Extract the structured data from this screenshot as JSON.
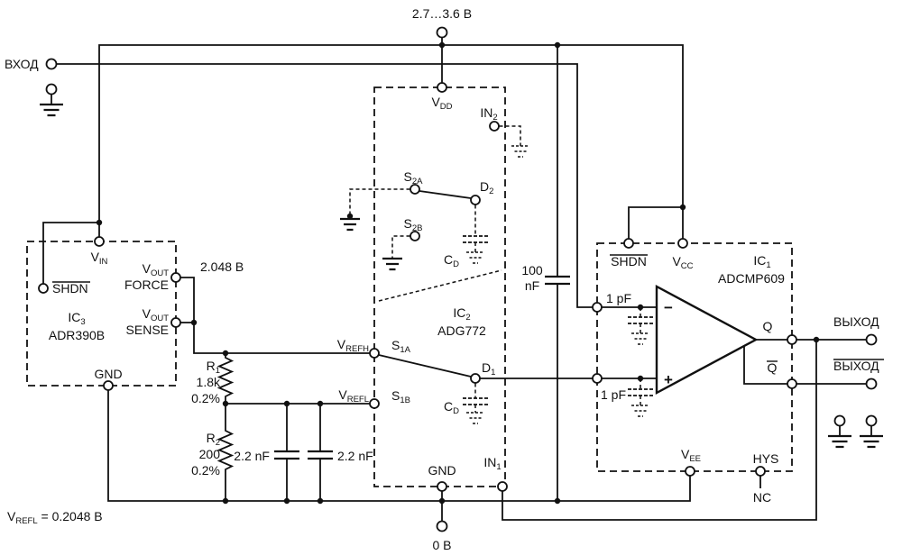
{
  "colors": {
    "wire": "#111111",
    "bg": "#ffffff"
  },
  "title": {
    "supply": "2.7…3.6 В",
    "zero": "0 В"
  },
  "terminals": {
    "input": "ВХОД",
    "output": "ВЫХОД",
    "output_inv": "ВЫХОД"
  },
  "note": {
    "base": "V",
    "sub": "REFL",
    "rest": " = 0.2048 В"
  },
  "nets": {
    "vrefh": {
      "base": "V",
      "sub": "REFH"
    },
    "vrefl": {
      "base": "V",
      "sub": "REFL"
    },
    "vout_value": "2.048 В"
  },
  "ic3": {
    "name": {
      "base": "IC",
      "sub": "3"
    },
    "part": "ADR390B",
    "pins": {
      "vin": {
        "base": "V",
        "sub": "IN"
      },
      "shdn": "SHDN",
      "vout_f": {
        "base": "V",
        "sub": "OUT"
      },
      "force": "FORCE",
      "vout_s": {
        "base": "V",
        "sub": "OUT"
      },
      "sense": "SENSE",
      "gnd": "GND"
    }
  },
  "ic2": {
    "name": {
      "base": "IC",
      "sub": "2"
    },
    "part": "ADG772",
    "pins": {
      "vdd": {
        "base": "V",
        "sub": "DD"
      },
      "in2": {
        "base": "IN",
        "sub": "2"
      },
      "s2a": {
        "base": "S",
        "sub": "2A"
      },
      "s2b": {
        "base": "S",
        "sub": "2B"
      },
      "d2": {
        "base": "D",
        "sub": "2"
      },
      "cd2": {
        "base": "C",
        "sub": "D"
      },
      "s1a": {
        "base": "S",
        "sub": "1A"
      },
      "s1b": {
        "base": "S",
        "sub": "1B"
      },
      "d1": {
        "base": "D",
        "sub": "1"
      },
      "cd1": {
        "base": "C",
        "sub": "D"
      },
      "gnd": "GND",
      "in1": {
        "base": "IN",
        "sub": "1"
      }
    }
  },
  "ic1": {
    "name": {
      "base": "IC",
      "sub": "1"
    },
    "part": "ADCMP609",
    "pins": {
      "shdn": "SHDN",
      "vcc": {
        "base": "V",
        "sub": "CC"
      },
      "minus": "−",
      "plus": "+",
      "q": "Q",
      "qbar": "Q",
      "vee": {
        "base": "V",
        "sub": "EE"
      },
      "hys": "HYS"
    },
    "nc": "NC",
    "caps": {
      "pf1": "1 pF",
      "pf2": "1 pF"
    }
  },
  "components": {
    "r1": {
      "ref": {
        "base": "R",
        "sub": "1"
      },
      "value": "1.8k",
      "tol": "0.2%"
    },
    "r2": {
      "ref": {
        "base": "R",
        "sub": "2"
      },
      "value": "200",
      "tol": "0.2%"
    },
    "c1": "2.2 nF",
    "c2": "2.2 nF",
    "c3": {
      "l1": "100",
      "l2": "nF"
    }
  }
}
